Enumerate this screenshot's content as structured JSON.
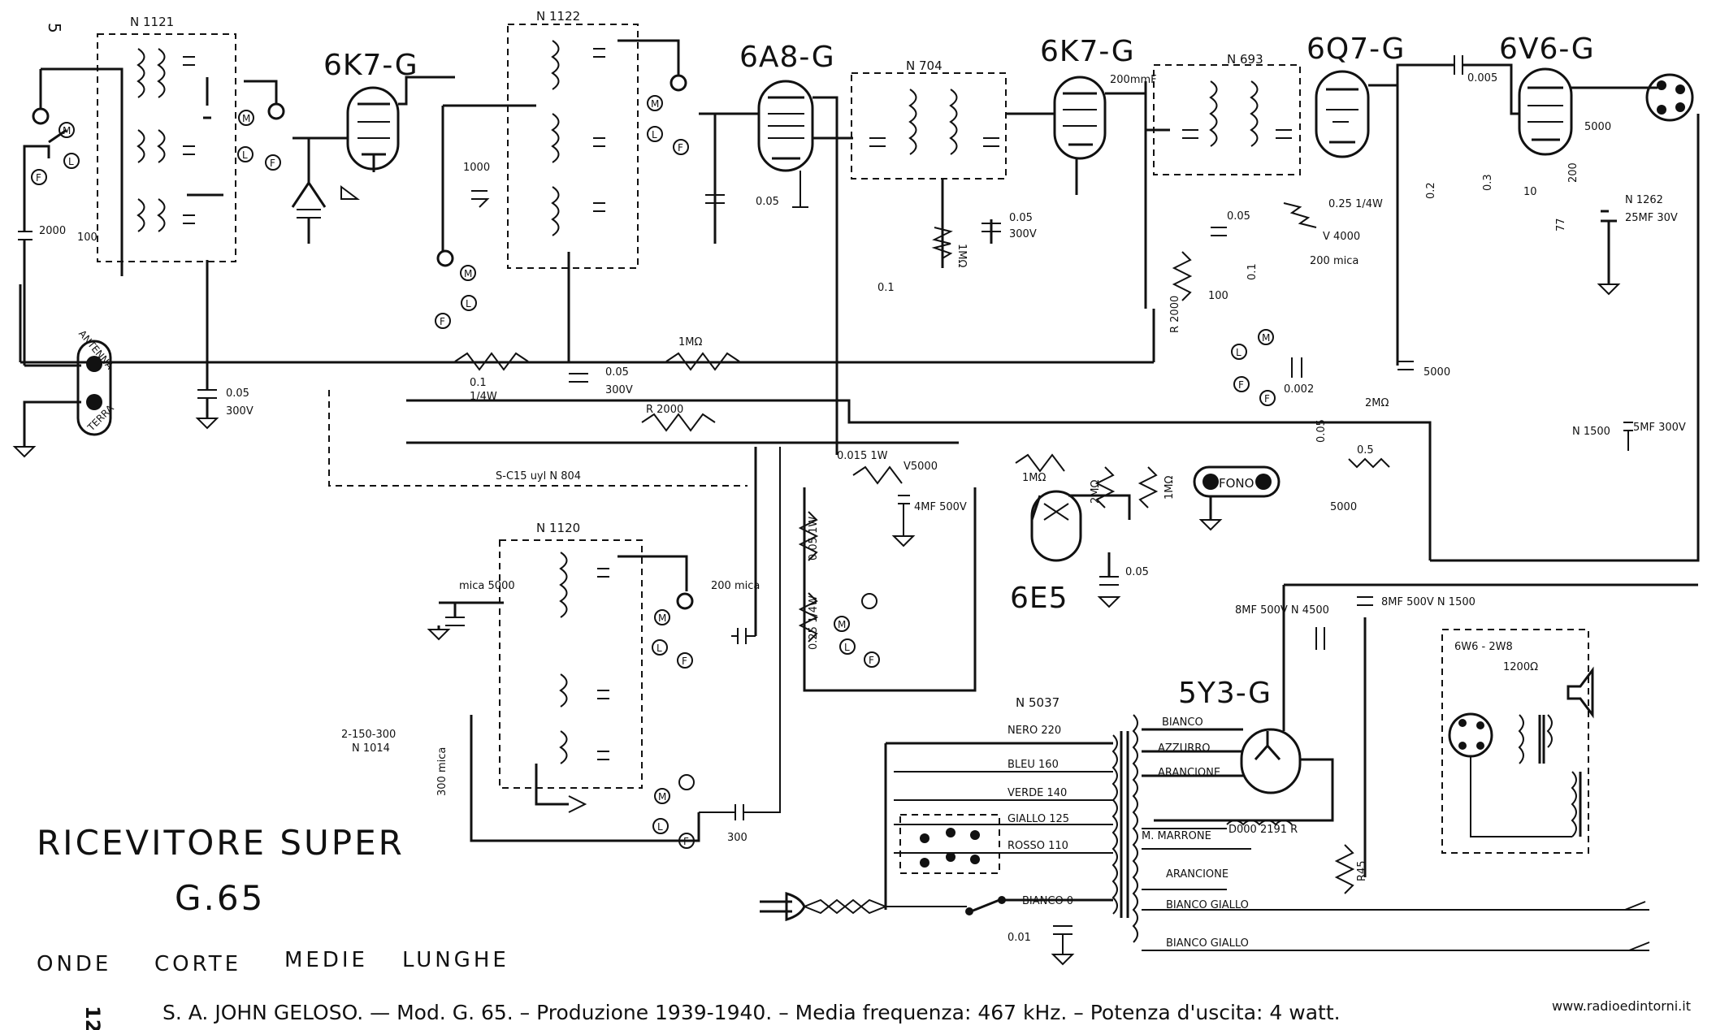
{
  "corner_number": "5",
  "page_number": "12",
  "website": "www.radioedintorni.it",
  "title": {
    "line1": "RICEVITORE SUPER",
    "line2": "G.65",
    "bands": [
      "ONDE",
      "CORTE",
      "MEDIE",
      "LUNGHE"
    ]
  },
  "caption": "S. A. JOHN GELOSO. — Mod. G. 65. – Produzione 1939-1940. – Media frequenza: 467 kHz. – Potenza d'uscita: 4 watt.",
  "tubes": {
    "rf": "6K7-G",
    "converter": "6A8-G",
    "if_amp": "6K7-G",
    "detector": "6Q7-G",
    "output": "6V6-G",
    "rectifier": "5Y3-G",
    "tuning_eye": "6E5"
  },
  "coil_units": {
    "n1121": "N 1121",
    "n1122": "N 1122",
    "n704": "N 704",
    "n693": "N 693",
    "n1120": "N 1120",
    "n1014": "N 1014",
    "n5037": "N 5037",
    "n804": "S-C15 uyl N 804",
    "n1500": "N 1500",
    "n1262": "N 1262"
  },
  "switch_marks": {
    "M": "M",
    "L": "L",
    "F": "F"
  },
  "antenna": {
    "antenna": "ANTENNA",
    "ground": "TERRA"
  },
  "fono": "FONO",
  "values": {
    "c2000": "2000",
    "c100": "100",
    "c1000": "1000",
    "c005a": "0.05",
    "c005a_v": "300V",
    "r01": "0.1",
    "r01_w": "1/4W",
    "c005b": "0.05",
    "c005b_v": "300V",
    "r2000": "R 2000",
    "r1m_a": "1MΩ",
    "c005c": "0.05",
    "c01": "0.1",
    "r1m_b": "1MΩ",
    "c005d": "0.05",
    "c005d_v": "300V",
    "c200mmf": "200mmF",
    "c005e": "0.05",
    "r2000b": "R 2000",
    "r025": "0.25 1/4W",
    "r4000": "V 4000",
    "c200mica": "200 mica",
    "c100b": "100",
    "c01b": "0.1",
    "c0002": "0.002",
    "r2m": "2MΩ",
    "r05": "0.5",
    "c005f": "0.05",
    "c5000": "5000",
    "c5000b": "5000",
    "r02": "0.2",
    "c0005": "0.005",
    "r03": "0.3",
    "c10": "10",
    "r5000": "5000",
    "r200": "200",
    "r77": "77",
    "c25": "25MF 30V",
    "c5mf": "5MF 300V",
    "c5000c": "5000",
    "c01c": "0.1",
    "r0015": "0.015 1W",
    "v5000": "V5000",
    "c4mf": "4MF 500V",
    "r0051w": "0.05 1W",
    "r025w": "0.25 1/4W",
    "r1m_c": "1MΩ",
    "r2m_b": "2MΩ",
    "r1m_d": "1MΩ",
    "c005g": "0.05",
    "c5000mica": "mica 5000",
    "c200mica_b": "200 mica",
    "trimmer": "2-150-300",
    "c300": "300 mica",
    "c300b": "300",
    "c8mf_a": "8MF 500V N 4500",
    "c8mf_b": "8MF 500V N 1500",
    "c001": "0.01",
    "r45": "R45",
    "dl": "D000 2191 R",
    "spk": "6W6 - 2W8",
    "spk_r": "1200Ω"
  },
  "mains_taps": [
    "NERO 220",
    "BLEU 160",
    "VERDE 140",
    "GIALLO 125",
    "ROSSO 110",
    "BIANCO 0"
  ],
  "secondary_taps": [
    "BIANCO",
    "AZZURRO",
    "ARANCIONE",
    "M. MARRONE",
    "ARANCIONE",
    "BIANCO GIALLO",
    "BIANCO GIALLO"
  ]
}
